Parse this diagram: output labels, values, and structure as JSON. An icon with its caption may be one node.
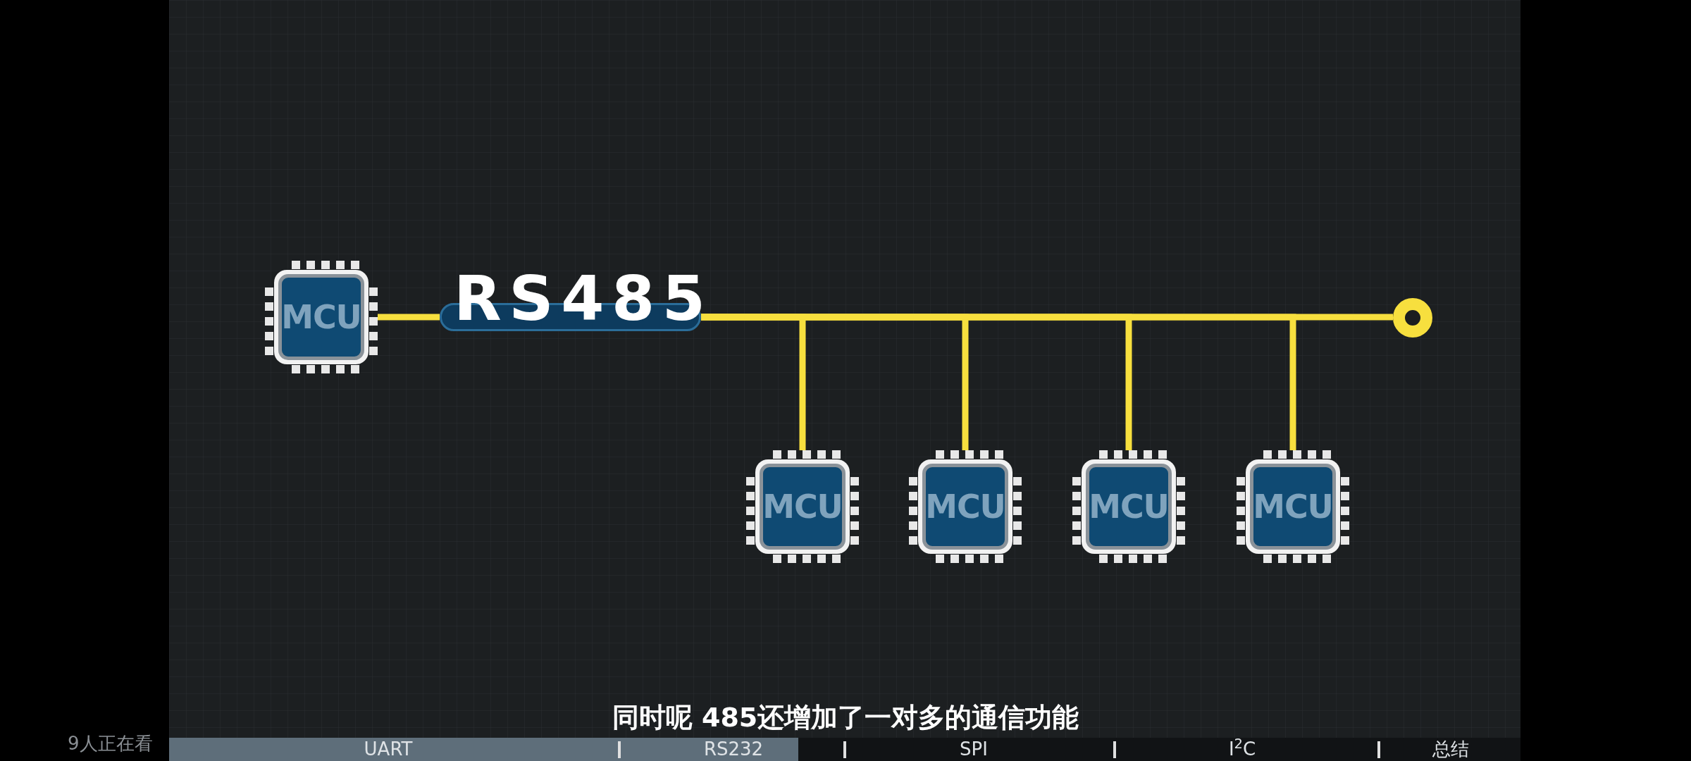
{
  "diagram": {
    "caption": "同时呢 485还增加了一对多的通信功能",
    "nodes": [
      {
        "text": [
          "MCU"
        ]
      },
      {
        "text": [
          "RS485"
        ]
      },
      {
        "text": [
          "MCU"
        ]
      },
      {
        "text": [
          "MCU"
        ]
      },
      {
        "text": [
          "MCU"
        ]
      },
      {
        "text": [
          "MCU"
        ]
      },
      {
        "text": [],
        "shape": "circle"
      }
    ],
    "edges": [
      {
        "from": 0,
        "to": 1,
        "arrow": "none"
      },
      {
        "from": 1,
        "to": 6,
        "arrow": "none"
      },
      {
        "from": 1,
        "to": 2,
        "arrow": "none"
      },
      {
        "from": 1,
        "to": 3,
        "arrow": "none"
      },
      {
        "from": 1,
        "to": 4,
        "arrow": "none"
      },
      {
        "from": 1,
        "to": 5,
        "arrow": "none"
      }
    ],
    "labels": [
      "9人正在看",
      "UART",
      "RS232",
      "SPI",
      "I$^{2}$C",
      "总结"
    ]
  }
}
